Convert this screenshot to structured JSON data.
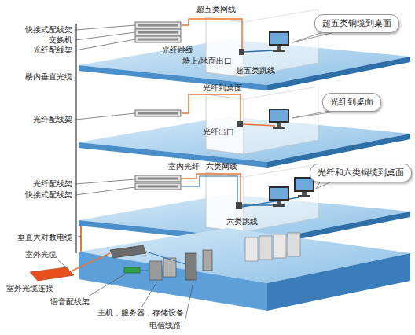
{
  "diagram": {
    "nodes": [
      {
        "text": [
          "超五类铜缆到桌面"
        ]
      },
      {
        "text": [
          "光纤到桌面"
        ]
      },
      {
        "text": [
          "光纤和六类铜缆到桌面"
        ]
      }
    ],
    "labels": [
      "快接式配线架",
      "交换机",
      "光纤配线架",
      "超五类网线",
      "光纤跳线",
      "墙上/地面出口",
      "超五类跳线",
      "楼内垂直光缆",
      "光纤到桌面",
      "光纤配线架",
      "光纤出口",
      "室内光纤",
      "六类网线",
      "光纤配线架",
      "快接式配线架",
      "六类跳线",
      "垂直大对数电缆",
      "室外光缆",
      "室外光缆连接",
      "语音配线架",
      "主机，服务器，存储设备",
      "电信线路"
    ]
  }
}
